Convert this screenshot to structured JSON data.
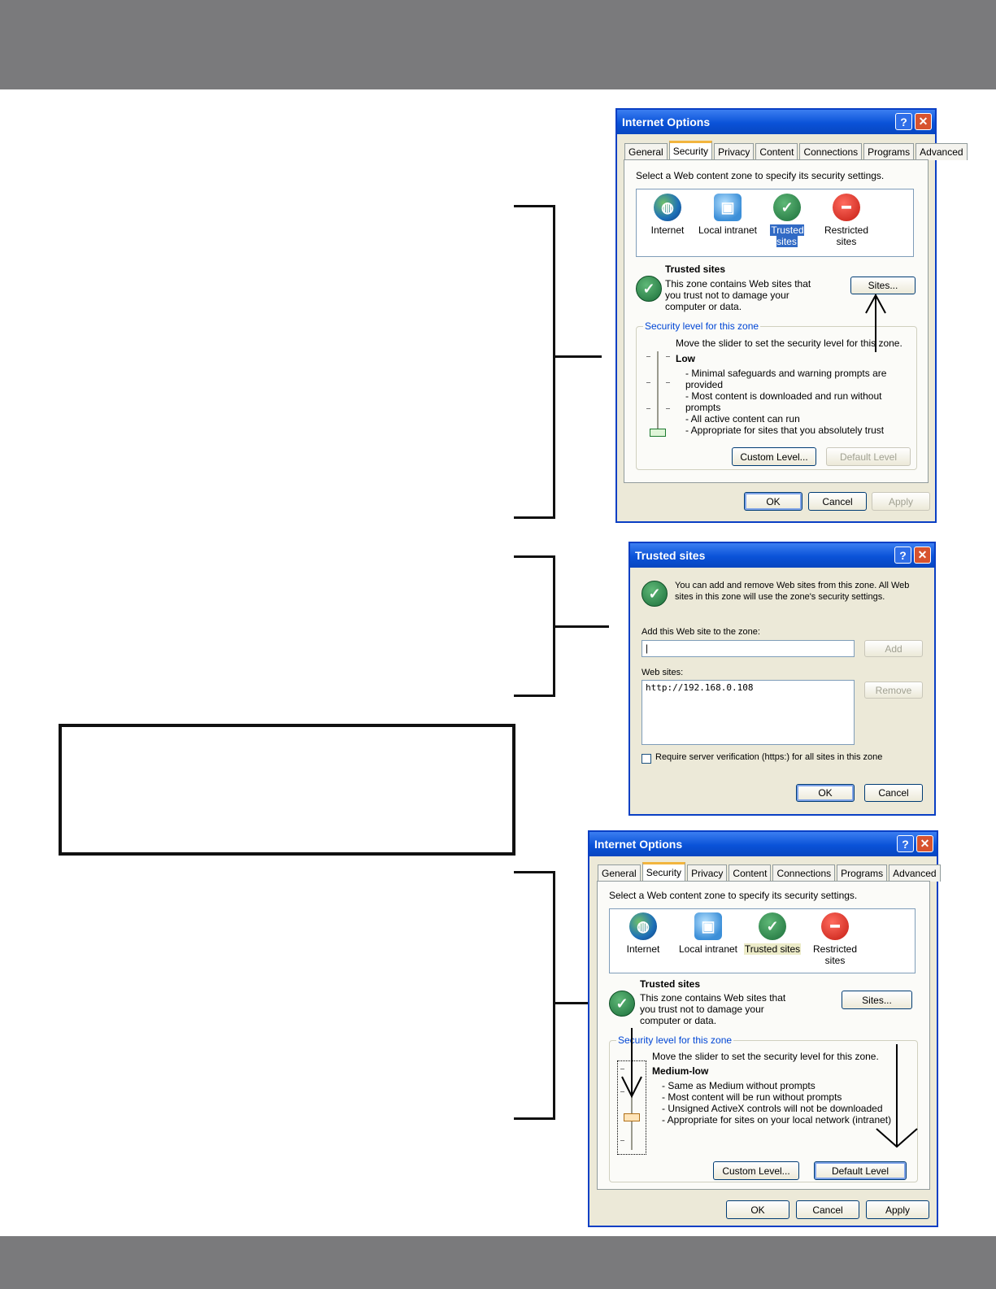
{
  "dialog1": {
    "title": "Internet Options",
    "help_glyph": "?",
    "close_glyph": "✕",
    "tabs": [
      "General",
      "Security",
      "Privacy",
      "Content",
      "Connections",
      "Programs",
      "Advanced"
    ],
    "prompt": "Select a Web content zone to specify its security settings.",
    "zones": [
      "Internet",
      "Local intranet",
      "Trusted sites",
      "Restricted sites"
    ],
    "zone_title": "Trusted sites",
    "zone_desc": "This zone contains Web sites that you trust not to damage your computer or data.",
    "sites_label": "Sites...",
    "group_label": "Security level for this zone",
    "slider_hint": "Move the slider to set the security level for this zone.",
    "level": "Low",
    "bullets": [
      "- Minimal safeguards and warning prompts are provided",
      "- Most content is downloaded and run without prompts",
      "- All active content can run",
      "- Appropriate for sites that you absolutely trust"
    ],
    "custom_level_label": "Custom Level...",
    "default_level_label": "Default Level",
    "ok_label": "OK",
    "cancel_label": "Cancel",
    "apply_label": "Apply"
  },
  "dialog2": {
    "title": "Trusted sites",
    "help_glyph": "?",
    "close_glyph": "✕",
    "info": "You can add and remove Web sites from this zone. All Web sites in this zone will use the zone's security settings.",
    "add_label_text": "Add this Web site to the zone:",
    "add_input_value": "|",
    "add_label": "Add",
    "websites_label": "Web sites:",
    "site": "http://192.168.0.108",
    "remove_label": "Remove",
    "require_label": "Require server verification (https:) for all sites in this zone",
    "ok_label": "OK",
    "cancel_label": "Cancel"
  },
  "dialog3": {
    "title": "Internet Options",
    "help_glyph": "?",
    "close_glyph": "✕",
    "tabs": [
      "General",
      "Security",
      "Privacy",
      "Content",
      "Connections",
      "Programs",
      "Advanced"
    ],
    "prompt": "Select a Web content zone to specify its security settings.",
    "zones": [
      "Internet",
      "Local intranet",
      "Trusted sites",
      "Restricted sites"
    ],
    "zone_title": "Trusted sites",
    "zone_desc": "This zone contains Web sites that you trust not to damage your computer or data.",
    "sites_label": "Sites...",
    "group_label": "Security level for this zone",
    "slider_hint": "Move the slider to set the security level for this zone.",
    "level": "Medium-low",
    "bullets": [
      "- Same as Medium without prompts",
      "- Most content will be run without prompts",
      "- Unsigned ActiveX controls will not be downloaded",
      "- Appropriate for sites on your local network (intranet)"
    ],
    "custom_level_label": "Custom Level...",
    "default_level_label": "Default Level",
    "ok_label": "OK",
    "cancel_label": "Cancel",
    "apply_label": "Apply"
  },
  "colors": {
    "band": "#7a7a7c",
    "xp_blue": "#0a52d8",
    "dialog_bg": "#ece9d8"
  },
  "icons": [
    "globe-icon",
    "network-icon",
    "checkmark-icon",
    "no-entry-icon",
    "question-icon",
    "close-icon",
    "arrow-icon"
  ]
}
